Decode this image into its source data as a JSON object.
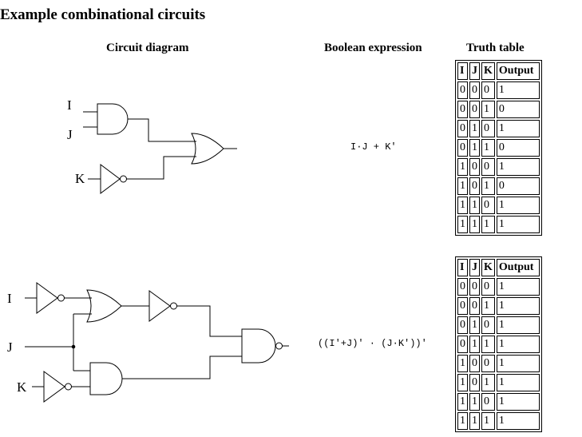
{
  "page": {
    "title": "Example combinational circuits"
  },
  "headers": {
    "circuit": "Circuit diagram",
    "expression": "Boolean expression",
    "truth": "Truth table"
  },
  "circuits": [
    {
      "inputs": [
        "I",
        "J",
        "K"
      ],
      "expression": "I·J + K′",
      "truth_table": {
        "columns": [
          "I",
          "J",
          "K",
          "Output"
        ],
        "rows": [
          [
            "0",
            "0",
            "0",
            "1"
          ],
          [
            "0",
            "0",
            "1",
            "0"
          ],
          [
            "0",
            "1",
            "0",
            "1"
          ],
          [
            "0",
            "1",
            "1",
            "0"
          ],
          [
            "1",
            "0",
            "0",
            "1"
          ],
          [
            "1",
            "0",
            "1",
            "0"
          ],
          [
            "1",
            "1",
            "0",
            "1"
          ],
          [
            "1",
            "1",
            "1",
            "1"
          ]
        ]
      }
    },
    {
      "inputs": [
        "I",
        "J",
        "K"
      ],
      "expression": "((I′+J)′ · (J·K′))′",
      "truth_table": {
        "columns": [
          "I",
          "J",
          "K",
          "Output"
        ],
        "rows": [
          [
            "0",
            "0",
            "0",
            "1"
          ],
          [
            "0",
            "0",
            "1",
            "1"
          ],
          [
            "0",
            "1",
            "0",
            "1"
          ],
          [
            "0",
            "1",
            "1",
            "1"
          ],
          [
            "1",
            "0",
            "0",
            "1"
          ],
          [
            "1",
            "0",
            "1",
            "1"
          ],
          [
            "1",
            "1",
            "0",
            "1"
          ],
          [
            "1",
            "1",
            "1",
            "1"
          ]
        ]
      }
    }
  ]
}
